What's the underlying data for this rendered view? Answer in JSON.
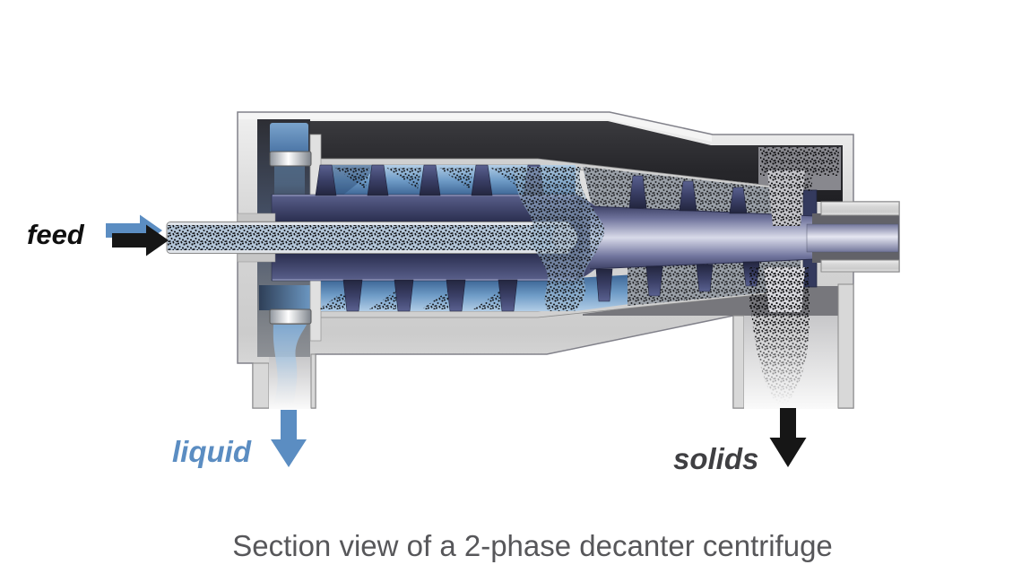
{
  "caption": "Section view of a 2-phase decanter centrifuge",
  "labels": {
    "feed": "feed",
    "liquid": "liquid",
    "solids": "solids"
  },
  "colors": {
    "liquid_blue": "#5b8dc2",
    "solids_black": "#161616",
    "feed_text": "#0f0f0f",
    "caption_gray": "#57575a",
    "casing_gray": "#d6d6d6",
    "machine_navy": "#343a5e",
    "pool_blue": "#6f9cc7"
  },
  "icons": {
    "feed_arrow": "right-arrow",
    "liquid_arrow": "down-arrow",
    "solids_arrow": "down-arrow"
  }
}
